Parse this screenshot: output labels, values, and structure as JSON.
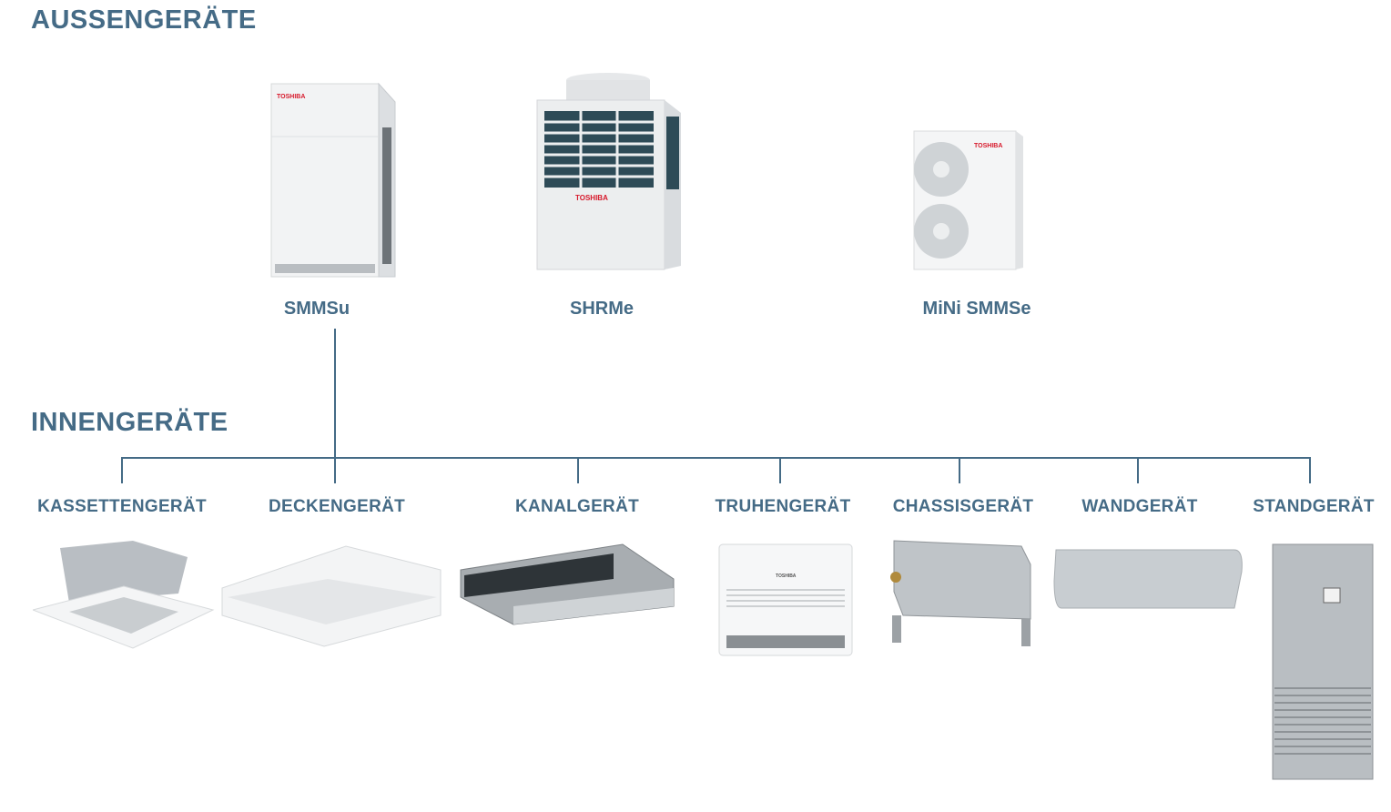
{
  "headings": {
    "outdoor": "AUSSENGERÄTE",
    "indoor": "INNENGERÄTE"
  },
  "outdoor_units": [
    {
      "label": "SMMSu"
    },
    {
      "label": "SHRMe"
    },
    {
      "label": "MiNi SMMSe"
    }
  ],
  "indoor_units": [
    {
      "label": "KASSETTENGERÄT"
    },
    {
      "label": "DECKENGERÄT"
    },
    {
      "label": "KANALGERÄT"
    },
    {
      "label": "TRUHENGERÄT"
    },
    {
      "label": "CHASSISGERÄT"
    },
    {
      "label": "WANDGERÄT"
    },
    {
      "label": "STANDGERÄT"
    }
  ],
  "brand": "TOSHIBA",
  "colors": {
    "accent": "#456b86",
    "brand_red": "#d7192b"
  }
}
